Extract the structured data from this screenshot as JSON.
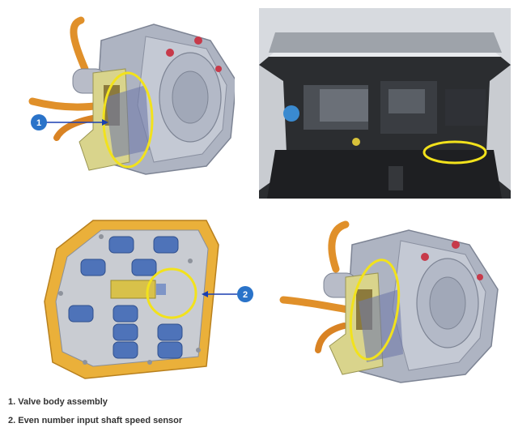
{
  "callouts": [
    {
      "number": "1",
      "label": "Valve body assembly"
    },
    {
      "number": "2",
      "label": "Even number input shaft speed sensor"
    }
  ],
  "legend": [
    {
      "text": "1. Valve body assembly"
    },
    {
      "text": "2. Even number input shaft speed sensor"
    }
  ],
  "colors": {
    "highlight": "#f2e21c",
    "callout": "#2a73c9",
    "arrow": "#1a3fb0",
    "housing": "#b7bcc8",
    "pipe": "#e0902a",
    "plate": "#eab03a",
    "solenoid": "#4e73b9"
  },
  "icons": [
    "transmission-image",
    "engine-bay-photo",
    "valve-body-image",
    "transmission-image-2"
  ]
}
